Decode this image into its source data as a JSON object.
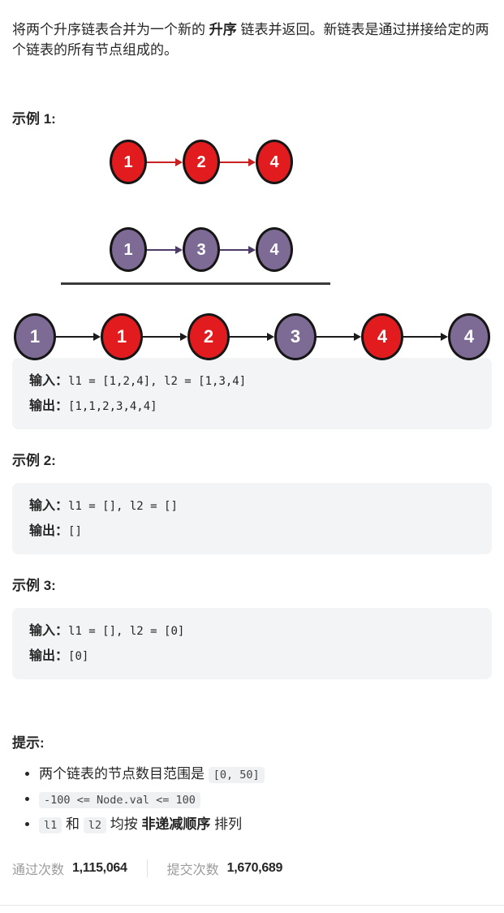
{
  "description": {
    "part1": "将两个升序链表合并为一个新的 ",
    "bold": "升序",
    "part2": " 链表并返回。新链表是通过拼接给定的两个链表的所有节点组成的。"
  },
  "examples": [
    {
      "label": "示例 1:",
      "input_label": "输入：",
      "input_value": "l1 = [1,2,4], l2 = [1,3,4]",
      "output_label": "输出：",
      "output_value": "[1,1,2,3,4,4]"
    },
    {
      "label": "示例 2:",
      "input_label": "输入：",
      "input_value": "l1 = [], l2 = []",
      "output_label": "输出：",
      "output_value": "[]"
    },
    {
      "label": "示例 3:",
      "input_label": "输入：",
      "input_value": "l1 = [], l2 = [0]",
      "output_label": "输出：",
      "output_value": "[0]"
    }
  ],
  "diagram": {
    "node_colors": {
      "red": "#e11b1e",
      "purple": "#7d6b96"
    },
    "list1": {
      "arrow_color": "#c8201f",
      "nodes": [
        {
          "v": "1",
          "c": "#e11b1e"
        },
        {
          "v": "2",
          "c": "#e11b1e"
        },
        {
          "v": "4",
          "c": "#e11b1e"
        }
      ]
    },
    "list2": {
      "arrow_color": "#4e3a66",
      "nodes": [
        {
          "v": "1",
          "c": "#7d6b96"
        },
        {
          "v": "3",
          "c": "#7d6b96"
        },
        {
          "v": "4",
          "c": "#7d6b96"
        }
      ]
    },
    "merged": {
      "arrow_color": "#1b1b1b",
      "nodes": [
        {
          "v": "1",
          "c": "#7d6b96"
        },
        {
          "v": "1",
          "c": "#e11b1e"
        },
        {
          "v": "2",
          "c": "#e11b1e"
        },
        {
          "v": "3",
          "c": "#7d6b96"
        },
        {
          "v": "4",
          "c": "#e11b1e"
        },
        {
          "v": "4",
          "c": "#7d6b96"
        }
      ]
    }
  },
  "hints": {
    "label": "提示:",
    "items": [
      {
        "segments": [
          {
            "t": "text",
            "v": "两个链表的节点数目范围是 "
          },
          {
            "t": "code",
            "v": "[0, 50]"
          }
        ]
      },
      {
        "segments": [
          {
            "t": "code",
            "v": "-100 <= Node.val <= 100"
          }
        ]
      },
      {
        "segments": [
          {
            "t": "code",
            "v": "l1"
          },
          {
            "t": "text",
            "v": " 和 "
          },
          {
            "t": "code",
            "v": "l2"
          },
          {
            "t": "text",
            "v": " 均按 "
          },
          {
            "t": "bold",
            "v": "非递减顺序"
          },
          {
            "t": "text",
            "v": " 排列"
          }
        ]
      }
    ]
  },
  "footer": {
    "accepted_label": "通过次数",
    "accepted_value": "1,115,064",
    "submissions_label": "提交次数",
    "submissions_value": "1,670,689"
  }
}
